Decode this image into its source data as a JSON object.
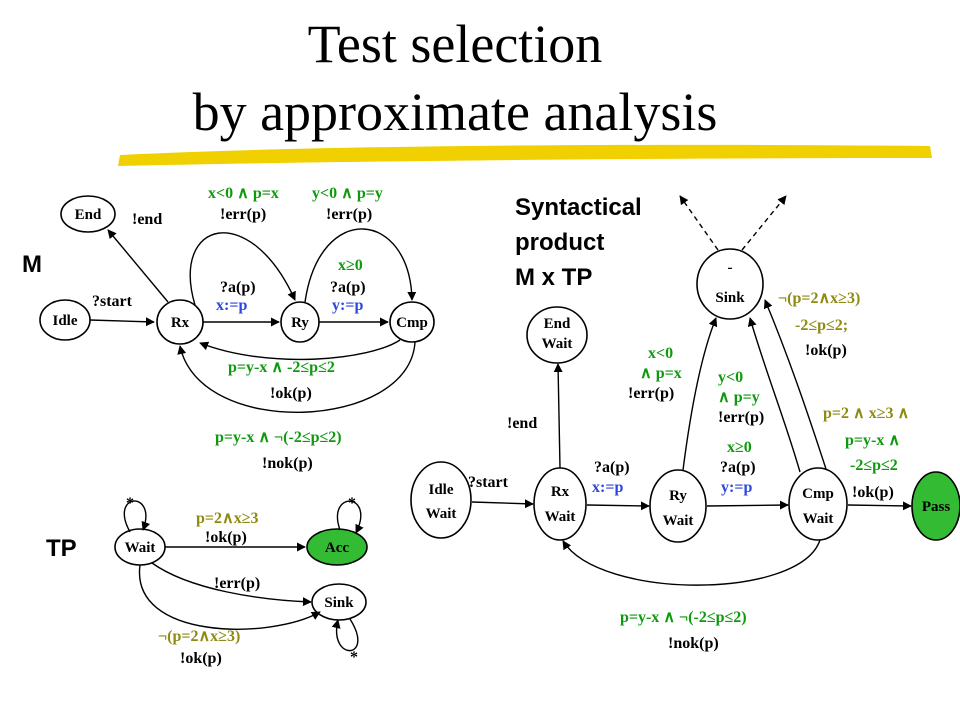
{
  "title": {
    "line1": "Test selection",
    "line2": "by approximate analysis"
  },
  "labels": {
    "M": "M",
    "TP": "TP",
    "product1": "Syntactical",
    "product2": "product",
    "product3": "M x TP"
  },
  "colors": {
    "guard": "#0d9a0d",
    "assign": "#2b46e0",
    "neg": "#8f8a10",
    "pass": "#33bb33",
    "underline": "#f0d000"
  },
  "M": {
    "states": {
      "idle": "Idle",
      "rx": "Rx",
      "ry": "Ry",
      "cmp": "Cmp",
      "end": "End"
    },
    "edges": {
      "start": "?start",
      "end": "!end",
      "err1_guard": "x<0 ∧ p=x",
      "err1": "!err(p)",
      "err2_guard": "y<0 ∧ p=y",
      "err2": "!err(p)",
      "a1": "?a(p)",
      "a1_assign": "x:=p",
      "a2_guard": "x≥0",
      "a2": "?a(p)",
      "a2_assign": "y:=p",
      "ok_guard": "p=y-x ∧ -2≤p≤2",
      "ok": "!ok(p)",
      "nok_guard": "p=y-x ∧ ¬(-2≤p≤2)",
      "nok": "!nok(p)"
    }
  },
  "TP": {
    "states": {
      "wait": "Wait",
      "acc": "Acc",
      "sink": "Sink"
    },
    "edges": {
      "star1": "*",
      "star2": "*",
      "star3": "*",
      "acc_guard": "p=2∧x≥3",
      "acc_ok": "!ok(p)",
      "err": "!err(p)",
      "neg_guard": "¬(p=2∧x≥3)",
      "neg_ok": "!ok(p)"
    }
  },
  "product": {
    "states": {
      "idle1": "Idle",
      "idle2": "Wait",
      "rx1": "Rx",
      "rx2": "Wait",
      "ry1": "Ry",
      "ry2": "Wait",
      "cmp1": "Cmp",
      "cmp2": "Wait",
      "end1": "End",
      "end2": "Wait",
      "sink_top": "-",
      "sink": "Sink",
      "pass": "Pass"
    },
    "edges": {
      "start": "?start",
      "end": "!end",
      "a1": "?a(p)",
      "a1_assign": "x:=p",
      "err1_guard_a": "x<0",
      "err1_guard_b": "∧ p=x",
      "err1": "!err(p)",
      "err2_guard_a": "y<0",
      "err2_guard_b": "∧ p=y",
      "err2": "!err(p)",
      "a2_guard": "x≥0",
      "a2": "?a(p)",
      "a2_assign": "y:=p",
      "neg_guard": "¬(p=2∧x≥3)",
      "neg_guard2": "-2≤p≤2;",
      "neg_ok": "!ok(p)",
      "pass_guard1": "p=2 ∧ x≥3 ∧",
      "pass_guard2": "p=y-x ∧",
      "pass_guard3": "-2≤p≤2",
      "pass_ok": "!ok(p)",
      "nok_guard": "p=y-x ∧ ¬(-2≤p≤2)",
      "nok": "!nok(p)"
    }
  }
}
